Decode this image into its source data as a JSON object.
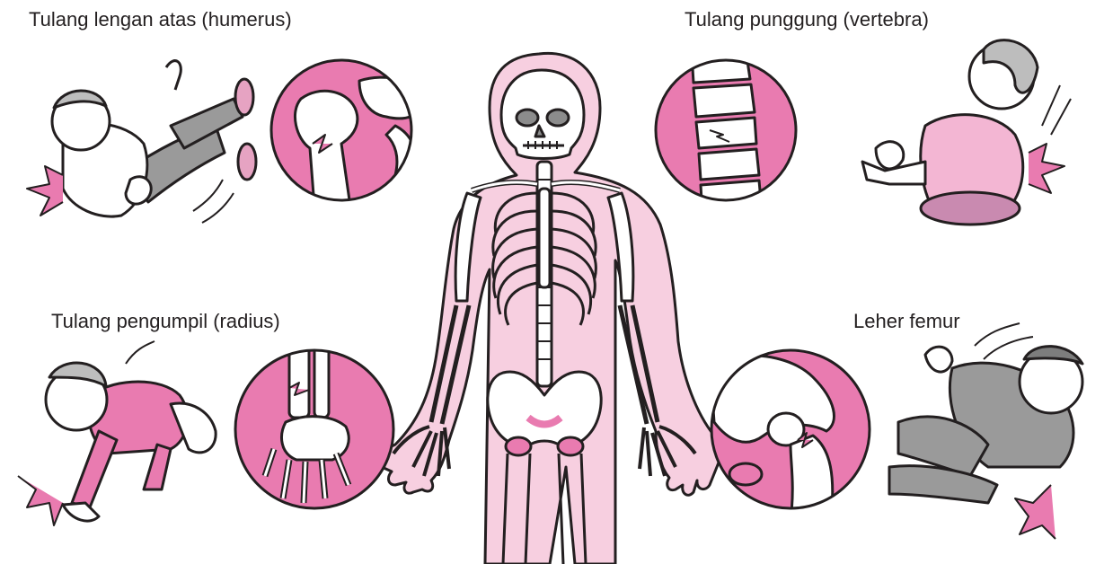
{
  "labels": {
    "humerus": "Tulang lengan atas (humerus)",
    "vertebra": "Tulang punggung (vertebra)",
    "radius": "Tulang pengumpil (radius)",
    "femur": "Leher femur"
  },
  "colors": {
    "magenta": "#e97bb0",
    "body_pink": "#f7cfe0",
    "outline": "#231f20",
    "bone": "#ffffff",
    "clothes_pink": "#f3b6d3",
    "hair_gray": "#bdbdbd",
    "pants_gray": "#9a9a9a"
  }
}
